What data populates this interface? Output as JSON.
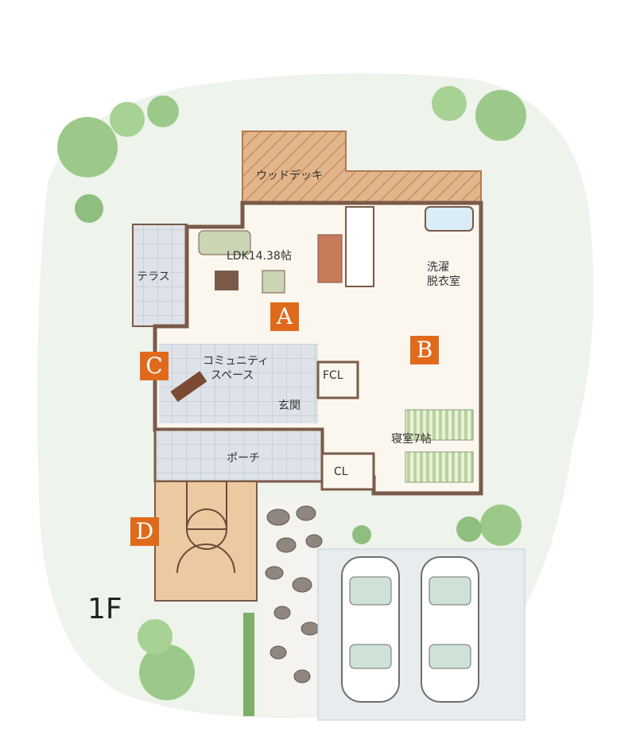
{
  "floor": "1F",
  "rooms": {
    "wood_deck": "ウッドデッキ",
    "ldk": "LDK14.38帖",
    "terrace": "テラス",
    "laundry_1": "洗濯",
    "laundry_2": "脱衣室",
    "community_1": "コミュニティ",
    "community_2": "スペース",
    "fcl": "FCL",
    "entrance": "玄関",
    "bedroom": "寝室7帖",
    "porch": "ポーチ",
    "closet": "CL"
  },
  "markers": {
    "a": "A",
    "b": "B",
    "c": "C",
    "d": "D"
  },
  "colors": {
    "marker": "#e06a1b",
    "wood_deck": "#d9a67a",
    "court": "#ecc9a0",
    "greenery": "#9cc98a",
    "wall": "#7a5a48",
    "tile": "#cdd6de"
  }
}
